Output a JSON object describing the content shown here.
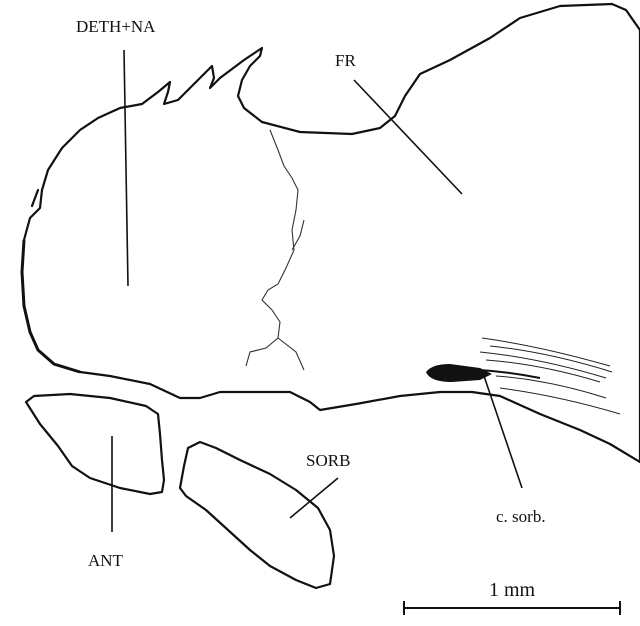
{
  "labels": {
    "deth_na": "DETH+NA",
    "fr": "FR",
    "ant": "ANT",
    "sorb": "SORB",
    "c_sorb": "c. sorb."
  },
  "scale_bar": {
    "label": "1 mm"
  },
  "colors": {
    "ink": "#111111",
    "background": "#ffffff"
  }
}
